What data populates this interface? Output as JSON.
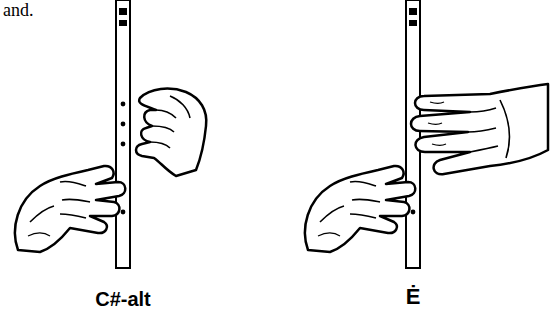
{
  "diagram": {
    "labels": [
      "and.",
      "C#-alt",
      "Ė"
    ]
  }
}
